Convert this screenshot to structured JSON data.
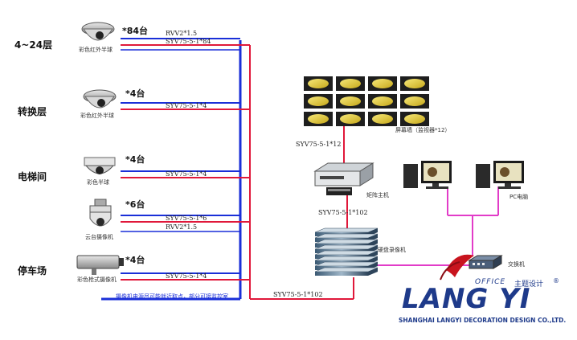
{
  "floors": [
    {
      "name": "4~24层",
      "count": "*84台",
      "camera": "彩色红外半球",
      "cable": "SYV75-5-1*84",
      "extra_cable_top": "RVV2*1.5"
    },
    {
      "name": "转换层",
      "count": "*4台",
      "camera": "彩色红外半球",
      "cable": "SYV75-5-1*4"
    },
    {
      "name": "电梯间",
      "count": "*4台",
      "camera": "彩色半球",
      "cable": "SYV75-5-1*4"
    },
    {
      "name": "",
      "count": "*6台",
      "camera": "云台摄像机",
      "cable": "SYV75-5-1*6",
      "extra_cable_bottom": "RVV2*1.5"
    },
    {
      "name": "停车场",
      "count": "*4台",
      "camera": "彩色枪式摄像机",
      "cable": "SYV75-5-1*4"
    }
  ],
  "note": "摄像机电源尽可能就近取点，部分可接监控室",
  "main_cable": "SYV75-5-1*102",
  "monitor_wall": {
    "label": "屏幕墙（监视器*12）",
    "rows": 3,
    "cols": 4
  },
  "matrix": {
    "label": "矩阵主机",
    "cable_above": "SYV75-5-1*12",
    "cable_below": "SYV75-5-1*102"
  },
  "dvr": {
    "label": "硬盘录像机"
  },
  "pcs": {
    "label": "PC电脑"
  },
  "switch": {
    "label": "交换机"
  },
  "logo": {
    "office": "OFFICE",
    "sub_cn": "主题设计",
    "brand": "LANG YI",
    "company": "SHANGHAI LANGYI DECORATION DESIGN CO.,LTD."
  },
  "colors": {
    "blue": "#1a2fd8",
    "red": "#e0183a",
    "magenta": "#e23cc8",
    "logo_blue": "#1e3a8a",
    "logo_red": "#c8141e"
  }
}
